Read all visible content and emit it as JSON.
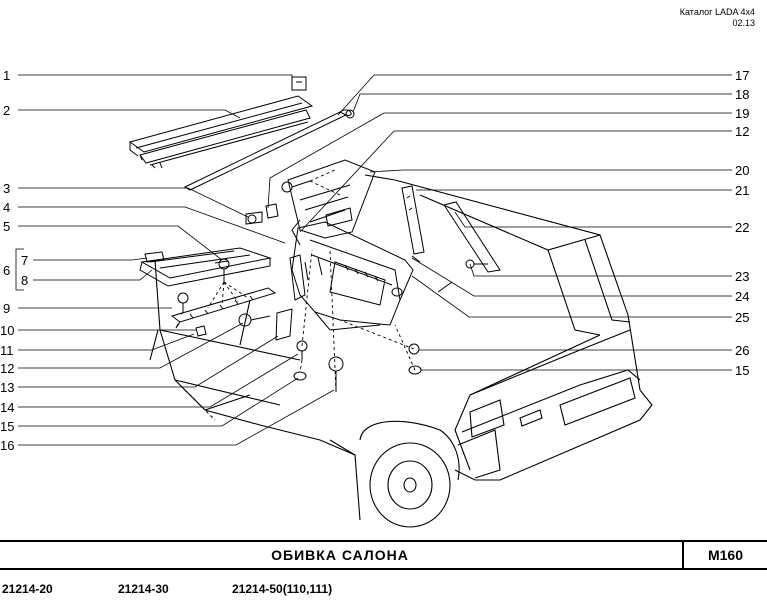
{
  "header": {
    "catalog": "Каталог  LADA  4x4",
    "date": "02.13"
  },
  "callouts": {
    "left": [
      "1",
      "2",
      "3",
      "4",
      "5",
      "7",
      "8",
      "9",
      "10",
      "11",
      "12",
      "13",
      "14",
      "15",
      "16"
    ],
    "group": "6",
    "right": [
      "17",
      "18",
      "19",
      "12",
      "20",
      "21",
      "22",
      "23",
      "24",
      "25",
      "26",
      "15"
    ]
  },
  "title": "ОБИВКА  САЛОНА",
  "code": "M160",
  "models": [
    "21214-20",
    "21214-30",
    "21214-50(110,111)"
  ]
}
